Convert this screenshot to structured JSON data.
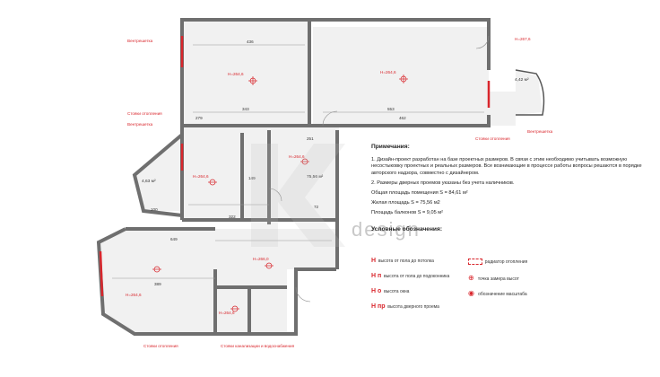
{
  "callouts": {
    "vent_top": "Вентрешетка",
    "heating_risers_left": "Стояки отопления",
    "vent_left": "Вентрешетка",
    "heating_risers_bottom": "Стояки отопления",
    "sewer_risers": "Стояки канализации и водоснабжения",
    "heating_right": "Стояки отопления",
    "vent_right": "Вентрешетка"
  },
  "room_heights": {
    "living": "H=264,6",
    "bedroom": "H=264,6",
    "kitchen": "H=264,6",
    "hall": "H=264,6",
    "bath": "H=264,6",
    "corridor": "H=266,0",
    "lower_room": "H=264,6",
    "loggia_top": "H=267,6"
  },
  "areas": {
    "hall": "75,56 м²",
    "loggia_left": "4,63 м²",
    "loggia_right": "4,42 м²"
  },
  "dims": {
    "top_left": "436",
    "top_mid": "553",
    "mid_462": "462",
    "d343": "343",
    "d279": "279",
    "d322": "322",
    "d389": "389",
    "d649": "649",
    "d149": "149",
    "d251": "251",
    "d100": "100",
    "d72": "72"
  },
  "notes": {
    "title": "Примечания:",
    "p1": "1. Дизайн-проект разработан на базе проектных размеров. В связи с этим необходимо учитывать возможную несостыковку проектных и реальных размеров. Все возникающие в процессе работы вопросы решаются в порядке авторского надзора, совместно с дизайнером.",
    "p2": "2. Размеры дверных проемов указаны без учета наличников.",
    "total_area": "Общая площадь помещения  S = 84,61 м²",
    "living_area": "Жилая площадь  S = 75,56 м2",
    "balcony_area": "Площадь балконов  S = 9,05 м²",
    "legend_title": "Условные обозначения:"
  },
  "legend": [
    {
      "sym": "H",
      "text": "высота от пола до потолка"
    },
    {
      "sym": "H п",
      "text": "высота от пола до подоконника"
    },
    {
      "sym": "H о",
      "text": "высота окна"
    },
    {
      "sym": "H пр",
      "text": "высота дверного проема"
    }
  ],
  "legend_right": [
    {
      "text": "радиатор отопления"
    },
    {
      "text": "точка замера высот"
    },
    {
      "text": "обозначение масштаба"
    }
  ],
  "watermark": "design",
  "colors": {
    "accent": "#d9262c",
    "wall": "#6f6f6f",
    "floor": "#f1f1f1"
  }
}
